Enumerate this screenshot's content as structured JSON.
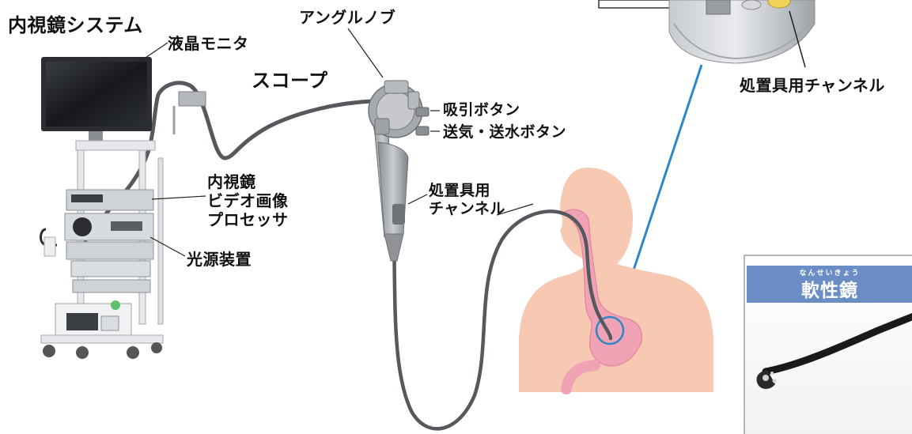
{
  "title": "内視鏡システム",
  "labels": {
    "monitor": "液晶モニタ",
    "angle_knob": "アングルノブ",
    "scope": "スコープ",
    "suction_button": "吸引ボタン",
    "air_water_button": "送気・送水ボタン",
    "instrument_channel_scope": "処置具用\nチャンネル",
    "instrument_channel_tip": "処置具用チャンネル",
    "video_processor": "内視鏡\nビデオ画像\nプロセッサ",
    "light_source": "光源装置"
  },
  "inset": {
    "title": "軟性鏡",
    "ruby": "なんせいきょう"
  },
  "colors": {
    "body_skin": "#f8c9b2",
    "digestive_tract": "#f0a3b5",
    "inset_header": "#6b8dc6",
    "pointer_line": "#2f86c8",
    "cart_frame": "#e6e8ec",
    "scope_body": "#9a9da2",
    "cable": "#55585c"
  }
}
